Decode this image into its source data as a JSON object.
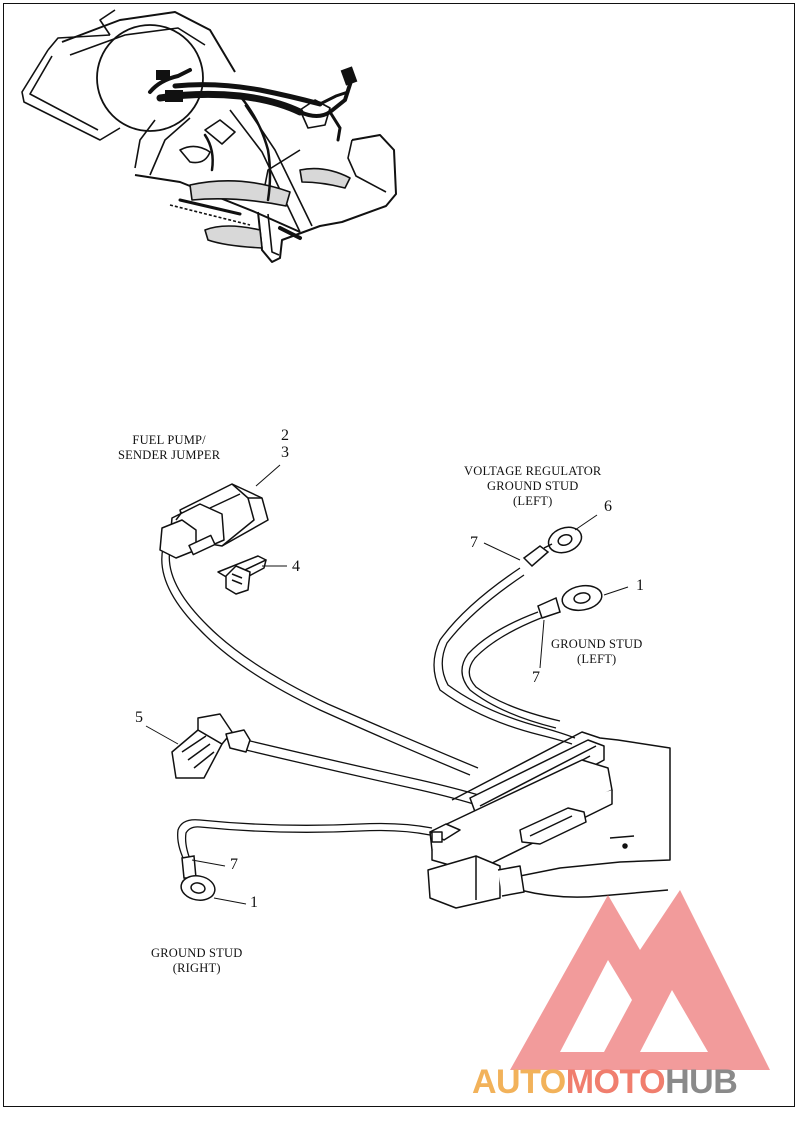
{
  "labels": {
    "fuel_pump_line1": "FUEL PUMP/",
    "fuel_pump_line2": "SENDER JUMPER",
    "vr_line1": "VOLTAGE REGULATOR",
    "vr_line2": "GROUND STUD",
    "vr_line3": "(LEFT)",
    "gsl_line1": "GROUND STUD",
    "gsl_line2": "(LEFT)",
    "gsr_line1": "GROUND STUD",
    "gsr_line2": "(RIGHT)"
  },
  "callouts": {
    "n2": "2",
    "n3": "3",
    "n4": "4",
    "n5": "5",
    "n6": "6",
    "n7a": "7",
    "n1a": "1",
    "n7b": "7",
    "n7c": "7",
    "n1b": "1"
  },
  "watermark": {
    "part1": "AUTO",
    "part2": "MOTO",
    "part3": "HUB",
    "color1": "#f2b25a",
    "color2": "#f07e6e",
    "color3": "#8a8a8a",
    "logo_color": "#ee5a5a"
  }
}
